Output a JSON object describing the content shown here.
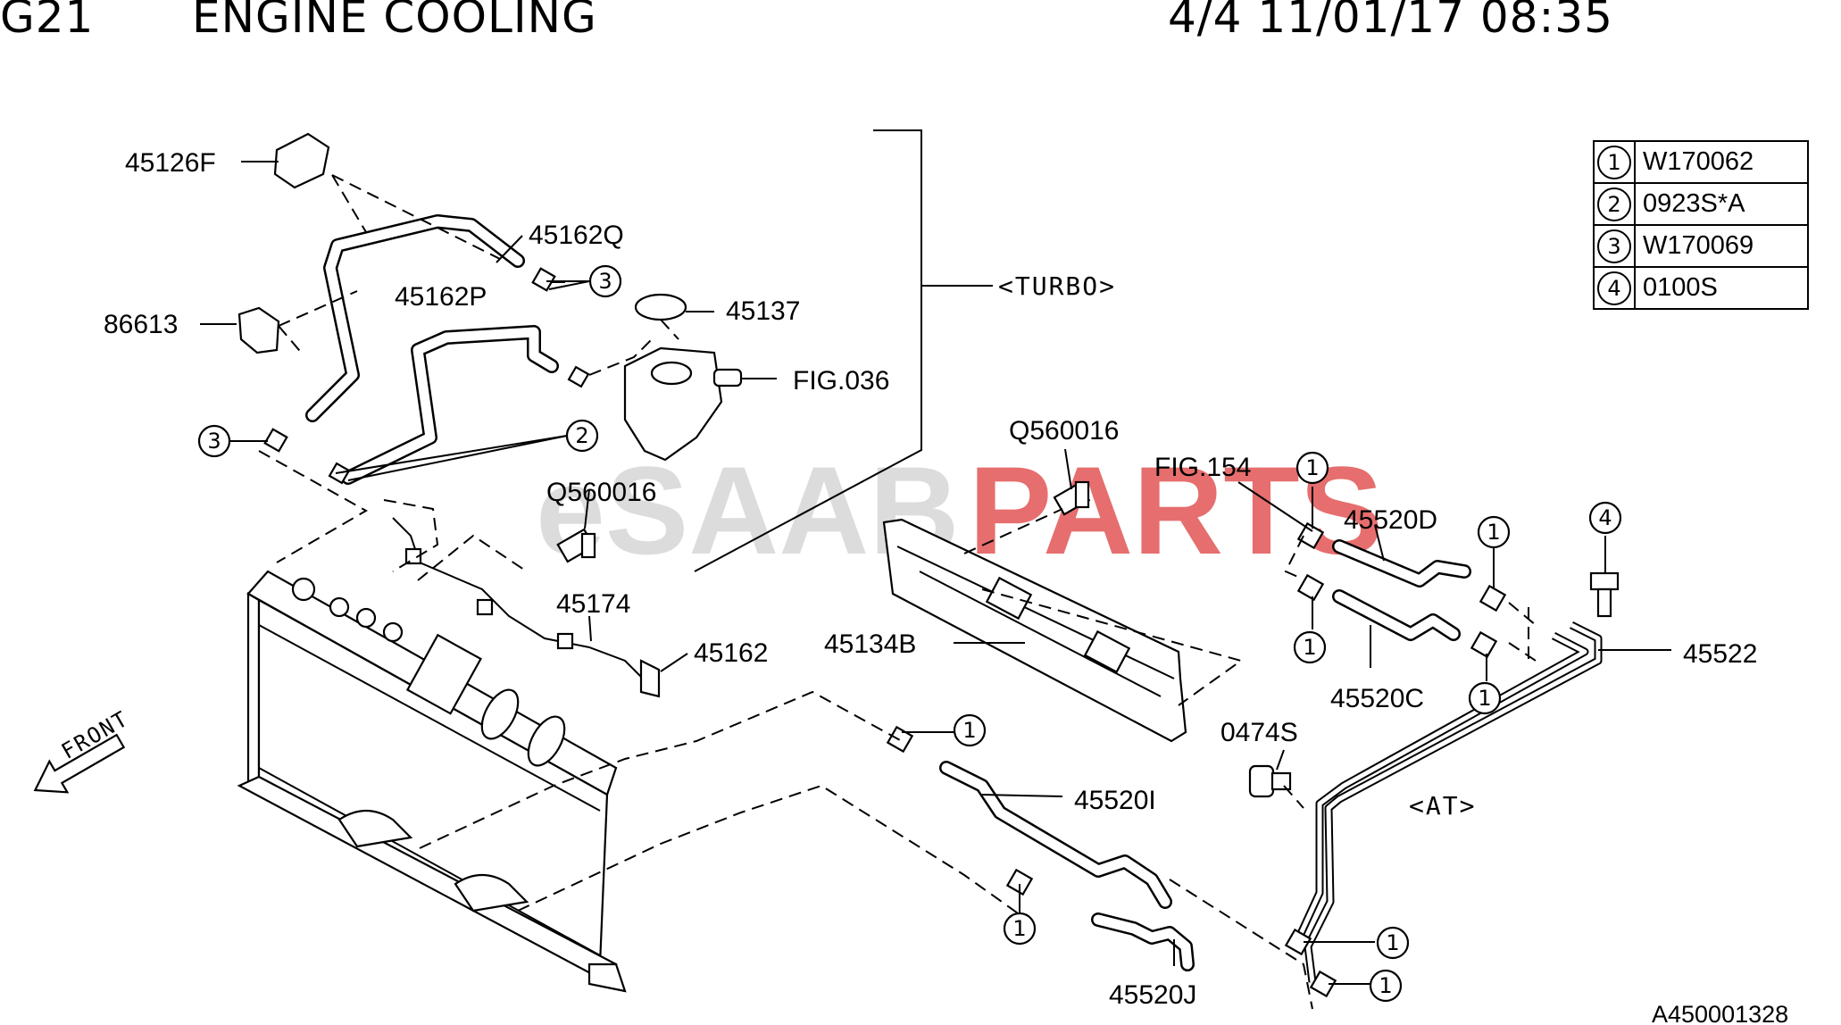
{
  "header": {
    "code": "G21",
    "title": "ENGINE COOLING",
    "page_info": "4/4 11/01/17 08:35"
  },
  "watermark": {
    "part1": "eSAAB",
    "part2": "PARTS",
    "color1": "#d4d4d4",
    "color2": "#e04b4b"
  },
  "legend": [
    {
      "mark": "1",
      "part": "W170062"
    },
    {
      "mark": "2",
      "part": "0923S*A"
    },
    {
      "mark": "3",
      "part": "W170069"
    },
    {
      "mark": "4",
      "part": "0100S"
    }
  ],
  "tags": {
    "turbo": "<TURBO>",
    "at": "<AT>",
    "front": "FRONT"
  },
  "labels": {
    "p45126F": "45126F",
    "p45162Q": "45162Q",
    "p86613": "86613",
    "p45162P": "45162P",
    "p45137": "45137",
    "fig036": "FIG.036",
    "q560016_a": "Q560016",
    "p45174": "45174",
    "p45162": "45162",
    "q560016_b": "Q560016",
    "fig154": "FIG.154",
    "p45520D": "45520D",
    "p45134B": "45134B",
    "p45522": "45522",
    "p45520C": "45520C",
    "p0474S": "0474S",
    "p45520I": "45520I",
    "p45520J": "45520J"
  },
  "callout_marks": {
    "c3_upper": "3",
    "c3_left": "3",
    "c2_a": "2",
    "c1_fig154": "1",
    "c1_a": "1",
    "c1_b": "1",
    "c1_c": "1",
    "c4": "4",
    "c1_mid": "1",
    "c1_low": "1",
    "c1_r1": "1",
    "c1_r2": "1"
  },
  "footer": {
    "diagram_id": "A450001328"
  }
}
